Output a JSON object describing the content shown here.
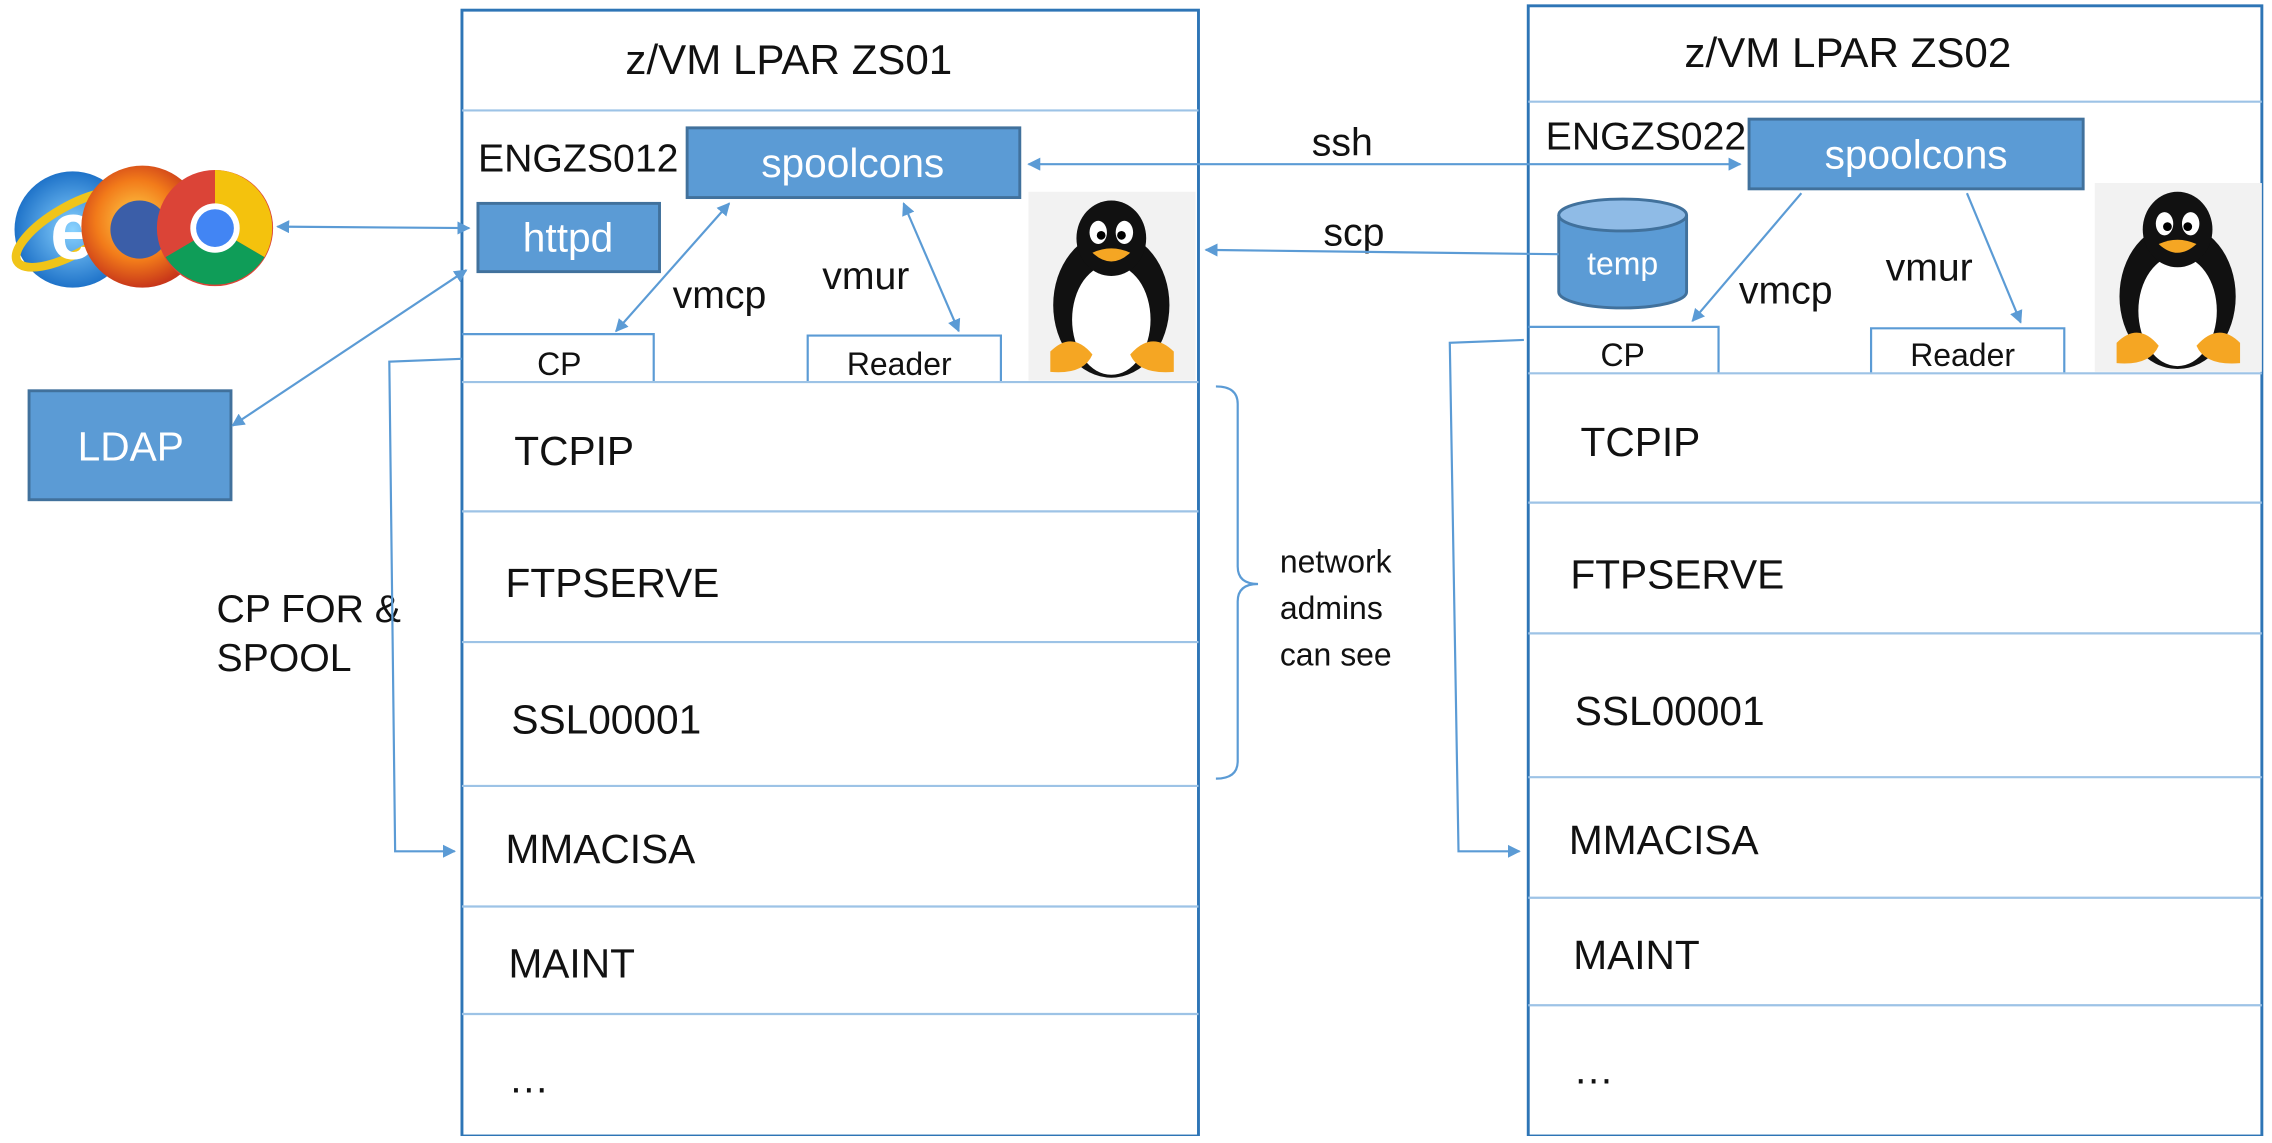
{
  "colors": {
    "accent": "#5b9bd5",
    "accent_border": "#41719c",
    "frame": "#2e75b6",
    "divider": "#9dc3e6",
    "arrow": "#5b9bd5"
  },
  "icons": {
    "browsers": "browser-logos-icon",
    "linux": "tux-penguin-icon",
    "database": "database-cylinder-icon"
  },
  "lpar1": {
    "title": "z/VM LPAR ZS01",
    "guest_id": "ENGZS012",
    "spoolcons": "spoolcons",
    "httpd": "httpd",
    "vmcp": "vmcp",
    "vmur": "vmur",
    "cp": "CP",
    "reader": "Reader",
    "rows": [
      "TCPIP",
      "FTPSERVE",
      "SSL00001",
      "MMACISA",
      "MAINT",
      "…"
    ]
  },
  "lpar2": {
    "title": "z/VM LPAR ZS02",
    "guest_id": "ENGZS022",
    "spoolcons": "spoolcons",
    "temp": "temp",
    "vmcp": "vmcp",
    "vmur": "vmur",
    "cp": "CP",
    "reader": "Reader",
    "rows": [
      "TCPIP",
      "FTPSERVE",
      "SSL00001",
      "MMACISA",
      "MAINT",
      "…"
    ]
  },
  "links": {
    "ssh": "ssh",
    "scp": "scp"
  },
  "external": {
    "ldap": "LDAP",
    "cp_for_spool": [
      "CP FOR &",
      "SPOOL"
    ]
  },
  "annotation": {
    "network_admins": [
      "network",
      "admins",
      "can see"
    ]
  }
}
